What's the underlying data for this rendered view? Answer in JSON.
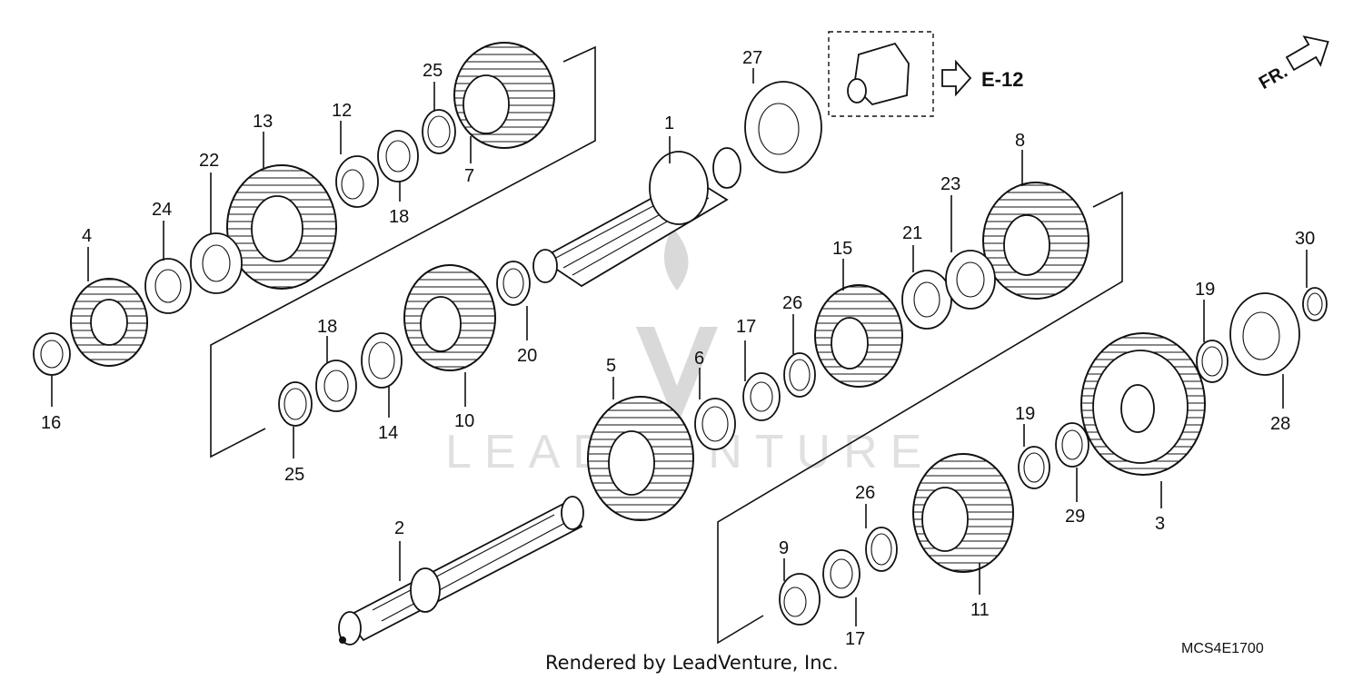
{
  "callouts": {
    "c1": "1",
    "c2": "2",
    "c3": "3",
    "c4": "4",
    "c5": "5",
    "c6": "6",
    "c7": "7",
    "c8": "8",
    "c9": "9",
    "c10": "10",
    "c11": "11",
    "c12": "12",
    "c13": "13",
    "c14": "14",
    "c15": "15",
    "c16": "16",
    "c17a": "17",
    "c17b": "17",
    "c18a": "18",
    "c18b": "18",
    "c19a": "19",
    "c19b": "19",
    "c20": "20",
    "c21": "21",
    "c22": "22",
    "c23": "23",
    "c24": "24",
    "c25a": "25",
    "c25b": "25",
    "c26a": "26",
    "c26b": "26",
    "c27": "27",
    "c28": "28",
    "c29": "29",
    "c30": "30"
  },
  "ref_label": "E-12",
  "front_label": "FR.",
  "diagram_code": "MCS4E1700",
  "footer_text": "Rendered by LeadVenture, Inc.",
  "watermark_text": "LEADVENTURE"
}
